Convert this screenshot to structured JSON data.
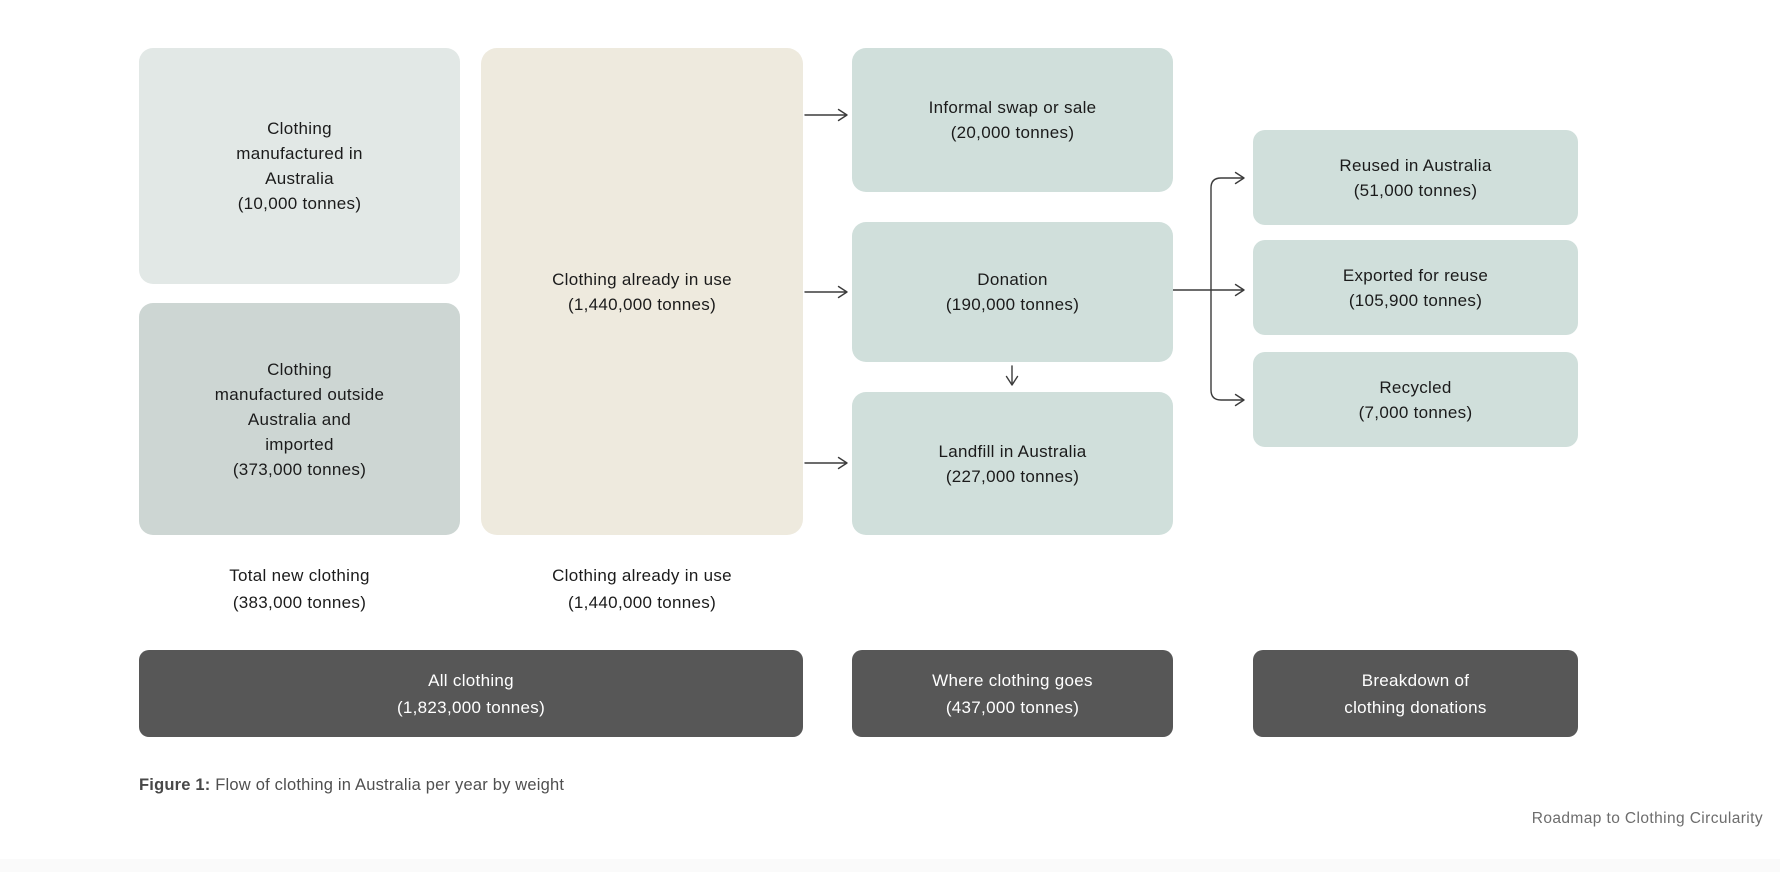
{
  "page": {
    "footer": "Roadmap to Clothing Circularity",
    "caption": {
      "label": "Figure 1:",
      "text": " Flow of clothing in Australia per year by weight"
    }
  },
  "colors": {
    "background": "#ffffff",
    "source_new_local_bg": "#e2e8e6",
    "source_new_imported_bg": "#cdd6d3",
    "in_use_bg": "#eeeade",
    "destination_bg": "#d0dfdb",
    "summary_bg": "#575757",
    "summary_text": "#ffffff",
    "node_text": "#1b1b1b",
    "arrow": "#3b3b3b",
    "caption_text": "#4f4f4f",
    "footer_text": "#6d6d6d"
  },
  "nodes": {
    "made_in_australia": {
      "lines": [
        "Clothing",
        "manufactured in",
        "Australia",
        "(10,000 tonnes)"
      ]
    },
    "made_outside_australia": {
      "lines": [
        "Clothing",
        "manufactured outside",
        "Australia and",
        "imported",
        "(373,000 tonnes)"
      ]
    },
    "already_in_use": {
      "lines": [
        "Clothing already in use",
        "(1,440,000 tonnes)"
      ]
    },
    "informal_swap": {
      "lines": [
        "Informal swap or sale",
        "(20,000 tonnes)"
      ]
    },
    "donation": {
      "lines": [
        "Donation",
        "(190,000 tonnes)"
      ]
    },
    "landfill": {
      "lines": [
        "Landfill in Australia",
        "(227,000 tonnes)"
      ]
    },
    "reused": {
      "lines": [
        "Reused in Australia",
        "(51,000 tonnes)"
      ]
    },
    "exported": {
      "lines": [
        "Exported for reuse",
        "(105,900 tonnes)"
      ]
    },
    "recycled": {
      "lines": [
        "Recycled",
        "(7,000 tonnes)"
      ]
    }
  },
  "column_totals": {
    "total_new": {
      "lines": [
        "Total new clothing",
        "(383,000 tonnes)"
      ]
    },
    "in_use": {
      "lines": [
        "Clothing already in use",
        "(1,440,000 tonnes)"
      ]
    }
  },
  "summaries": {
    "all_clothing": {
      "lines": [
        "All clothing",
        "(1,823,000 tonnes)"
      ]
    },
    "where_goes": {
      "lines": [
        "Where clothing goes",
        "(437,000 tonnes)"
      ]
    },
    "donation_breakdown": {
      "lines": [
        "Breakdown of",
        "clothing donations"
      ]
    }
  },
  "flows": [
    {
      "from": "already_in_use",
      "to": "informal_swap"
    },
    {
      "from": "already_in_use",
      "to": "donation"
    },
    {
      "from": "already_in_use",
      "to": "landfill"
    },
    {
      "from": "donation",
      "to": "landfill"
    },
    {
      "from": "donation",
      "to": "reused"
    },
    {
      "from": "donation",
      "to": "exported"
    },
    {
      "from": "donation",
      "to": "recycled"
    }
  ]
}
